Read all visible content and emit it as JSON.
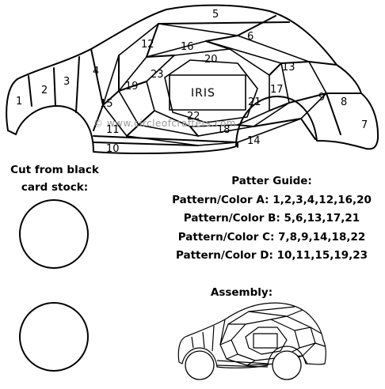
{
  "pattern": {
    "center_label": "IRIS",
    "watermark": "© www.circleofcrafters.com",
    "numbers": [
      "1",
      "2",
      "3",
      "4",
      "5",
      "6",
      "7",
      "8",
      "9",
      "10",
      "11",
      "12",
      "13",
      "14",
      "15",
      "16",
      "17",
      "18",
      "19",
      "20",
      "21",
      "22",
      "23"
    ]
  },
  "cut_instructions": {
    "line1": "Cut from black",
    "line2": "card stock:"
  },
  "guide": {
    "title": "Patter Guide:",
    "rows": [
      {
        "label": "Pattern/Color A:",
        "pieces": "1,2,3,4,12,16,20"
      },
      {
        "label": "Pattern/Color B:",
        "pieces": "5,6,13,17,21"
      },
      {
        "label": "Pattern/Color C:",
        "pieces": "7,8,9,14,18,22"
      },
      {
        "label": "Pattern/Color D:",
        "pieces": "10,11,15,19,23"
      }
    ]
  },
  "assembly": {
    "title": "Assembly:"
  }
}
